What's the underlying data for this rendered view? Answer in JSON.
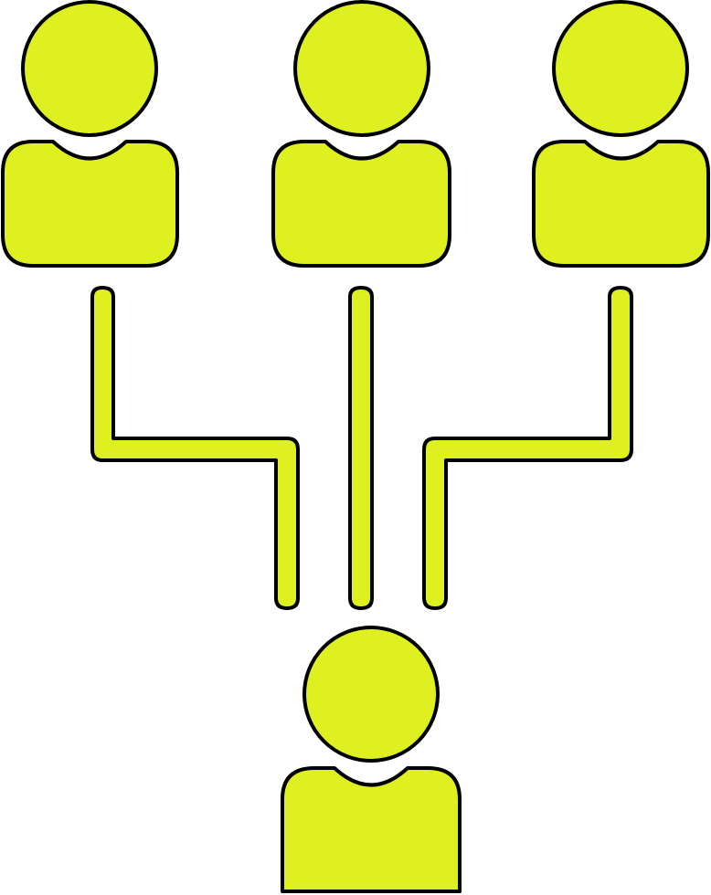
{
  "icon": {
    "name": "team-hierarchy-icon",
    "fill_color": "#dff020",
    "stroke_color": "#000000"
  },
  "people": [
    {
      "name": "person-top-left-icon"
    },
    {
      "name": "person-top-center-icon"
    },
    {
      "name": "person-top-right-icon"
    },
    {
      "name": "person-bottom-icon"
    }
  ],
  "connectors": [
    {
      "name": "connector-left"
    },
    {
      "name": "connector-center"
    },
    {
      "name": "connector-right"
    }
  ]
}
